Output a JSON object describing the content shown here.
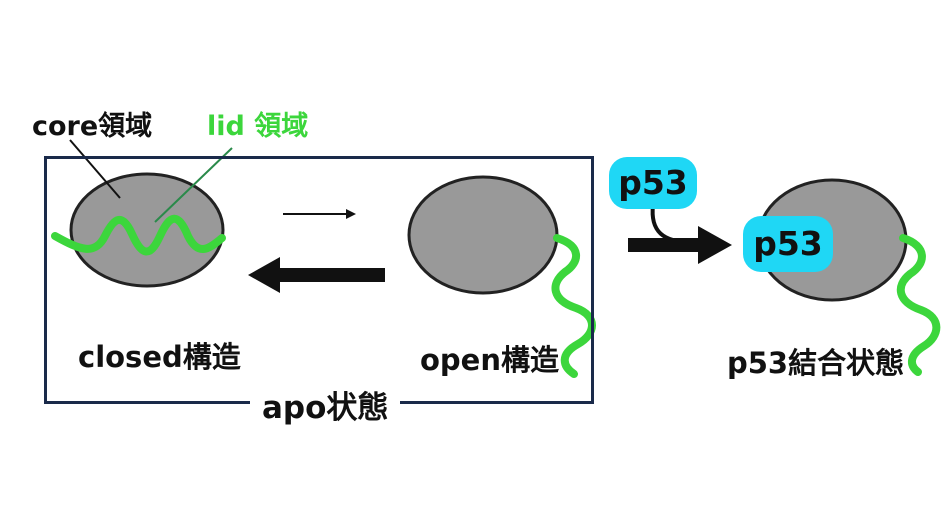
{
  "labels": {
    "core_domain": "core領域",
    "lid_domain": "lid 領域",
    "closed": "closed構造",
    "open": "open構造",
    "apo_state": "apo状態",
    "p53_bound": "p53結合状態",
    "p53_free": "p53",
    "p53_bound_tag": "p53"
  },
  "colors": {
    "lid_green": "#3cd63c",
    "core_gray": "#999999",
    "p53_cyan": "#1fd7f5",
    "box_border": "#1a2a4a"
  }
}
